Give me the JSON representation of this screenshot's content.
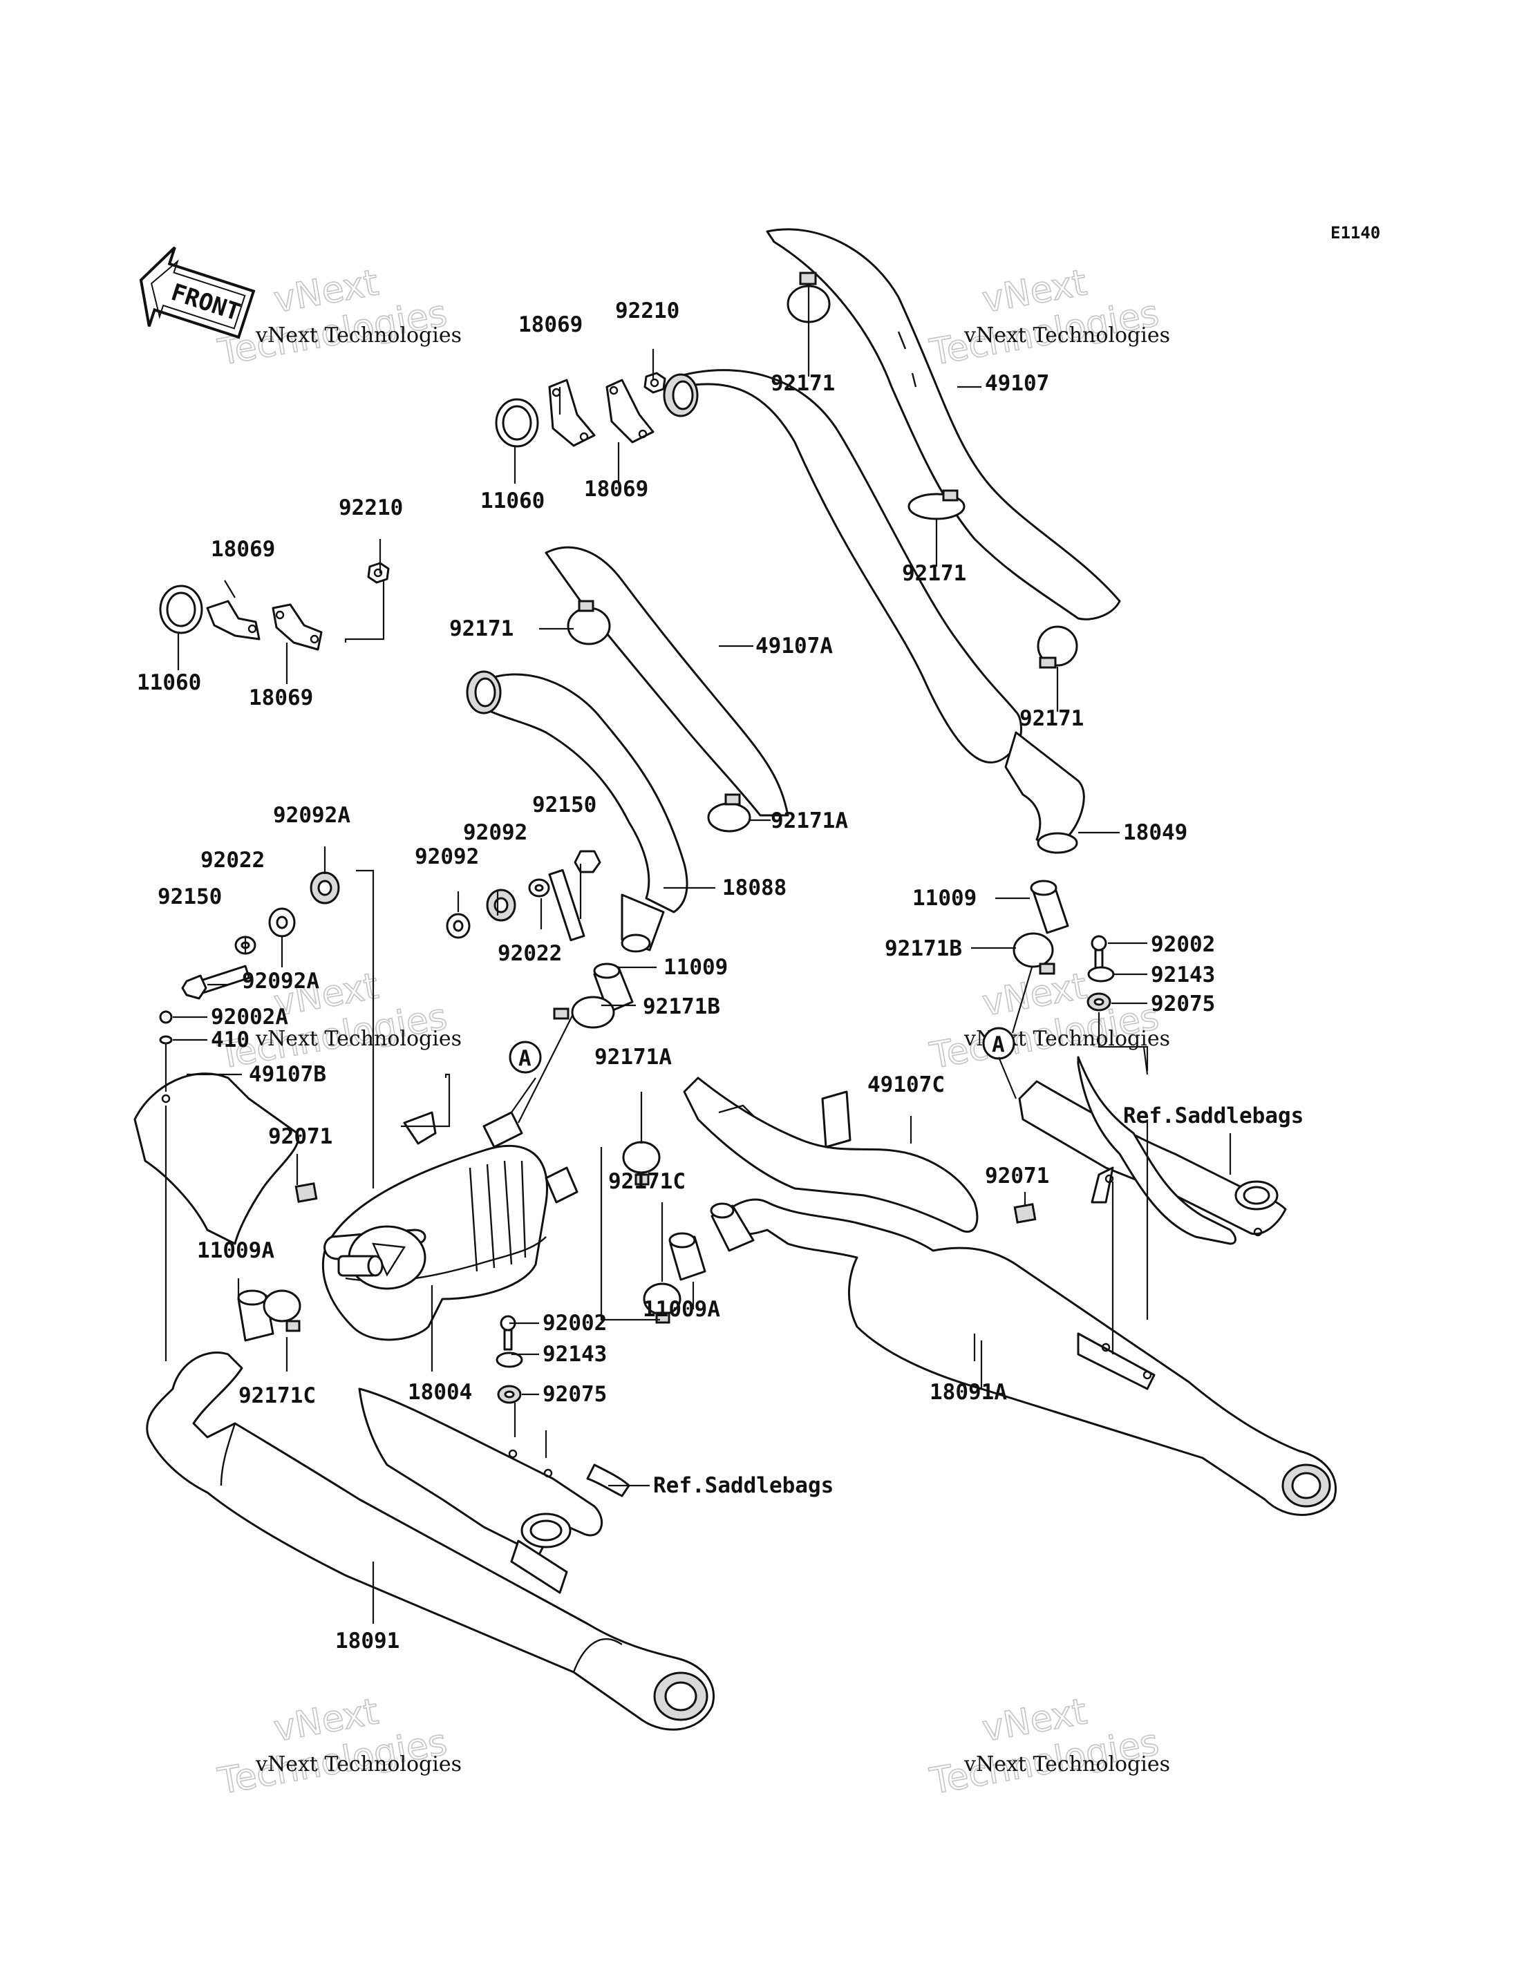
{
  "diagram_code": "E1140",
  "front_arrow": {
    "label": "FRONT"
  },
  "watermark": {
    "line1": "vNext",
    "line2": "Technologies",
    "caption": "vNext Technologies"
  },
  "labels": {
    "l18069_a": "18069",
    "l92210_a": "92210",
    "l11060_a": "11060",
    "l18069_b": "18069",
    "l92171_a": "92171",
    "l49107": "49107",
    "l92171_b": "92171",
    "l92171_c": "92171",
    "l92210_b": "92210",
    "l18069_c": "18069",
    "l11060_b": "11060",
    "l18069_d": "18069",
    "l92171_d": "92171",
    "l49107A": "49107A",
    "l92171A_a": "92171A",
    "l18049": "18049",
    "l92092A_a": "92092A",
    "l92150_a": "92150",
    "l92092_a": "92092",
    "l92092_b": "92092",
    "l92022_a": "92022",
    "l92150_b": "92150",
    "l92092A_b": "92092A",
    "l92022_b": "92022",
    "l18088": "18088",
    "l11009_a": "11009",
    "l11009_b": "11009",
    "l92171B_a": "92171B",
    "l92171B_b": "92171B",
    "l92002_a": "92002",
    "l92143_a": "92143",
    "l92075_a": "92075",
    "l92002A": "92002A",
    "l410": "410",
    "l49107B": "49107B",
    "l92171A_b": "92171A",
    "l49107C": "49107C",
    "l92071_a": "92071",
    "l92071_b": "92071",
    "l92171C_a": "92171C",
    "l11009A_a": "11009A",
    "l11009A_b": "11009A",
    "l92171C_b": "92171C",
    "l18004": "18004",
    "l92002_b": "92002",
    "l92143_b": "92143",
    "l92075_b": "92075",
    "l18091A": "18091A",
    "l18091": "18091",
    "callout_a1": "A",
    "callout_a2": "A"
  },
  "references": {
    "saddlebags_1": "Ref.Saddlebags",
    "saddlebags_2": "Ref.Saddlebags"
  }
}
